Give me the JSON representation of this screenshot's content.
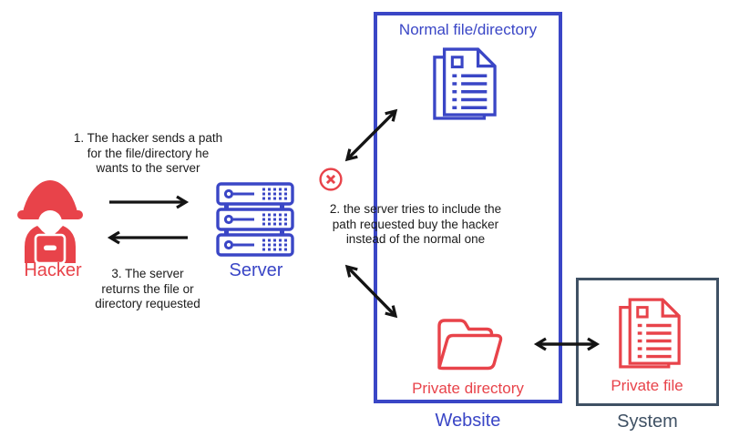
{
  "title": "Path traversal attack diagram",
  "colors": {
    "blue": "#3a46c6",
    "red": "#e8434a",
    "slate": "#3f5164",
    "arrow_black": "#141414"
  },
  "actors": {
    "hacker": {
      "label": "Hacker"
    },
    "server": {
      "label": "Server"
    }
  },
  "website": {
    "label": "Website",
    "normal_item": "Normal file/directory",
    "private_item": "Private directory"
  },
  "system": {
    "label": "System",
    "private_item": "Private file"
  },
  "steps": {
    "step1": "1. The hacker sends a path\nfor the file/directory he\nwants to the server",
    "step2": "2. the server tries to include the\npath requested buy the hacker\ninstead of the normal one",
    "step3": "3. The server\nreturns the file or\ndirectory requested"
  },
  "icons": {
    "hacker": "hacker-hooded-figure-icon",
    "server": "server-rack-icon",
    "normal_file": "stacked-documents-icon",
    "private_directory": "folder-icon",
    "private_file": "stacked-documents-icon",
    "blocked": "circled-x-icon"
  }
}
